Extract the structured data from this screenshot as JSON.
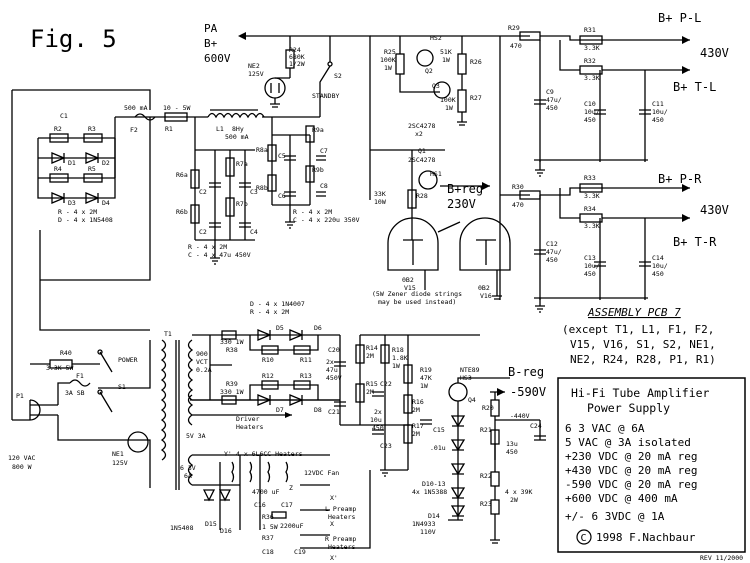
{
  "figure": {
    "title": "Fig. 5"
  },
  "outputs": {
    "bp_pl": "B+ P-L",
    "bt_tl": "B+ T-L",
    "v430_top": "430V",
    "bp_pr": "B+ P-R",
    "bt_tr": "B+ T-R",
    "v430_bot": "430V",
    "breg": "B+reg",
    "breg_v": "230V",
    "b_reg": "B-reg",
    "neg590": "-590V",
    "pa": "PA",
    "pa_bplus": "B+",
    "pa_v": "600V"
  },
  "assembly": {
    "title": "ASSEMBLY PCB 7",
    "line1": "(except T1, L1, F1, F2,",
    "line2": "V15, V16, S1, S2, NE1,",
    "line3": "NE2, R24, R28, P1, R1)"
  },
  "infobox": {
    "title1": "Hi-Fi Tube Amplifier",
    "title2": "Power Supply",
    "lines": [
      "6 3 VAC @ 6A",
      "5 VAC @ 3A isolated",
      "+230 VDC @ 20 mA reg",
      "+430 VDC @ 20 mA reg",
      "-590 VDC @ 20 mA reg",
      "+600 VDC @ 400 mA",
      "+/- 6 3VDC @ 1A"
    ],
    "copyright": "1998 F.Nachbaur",
    "copyright_symbol": "C"
  },
  "rev": "REV 11/2000",
  "mains": {
    "p1": "P1",
    "vac": "120 VAC",
    "w": "800 W",
    "f1": "F1",
    "f1v": "3A SB",
    "r40": "R40",
    "r40v": "3.3K 5W",
    "s1": "S1",
    "power": "POWER",
    "ne1": "NE1",
    "ne1v": "125V"
  },
  "labels": {
    "c1": "C1",
    "f2": "F2",
    "f2v": "500 mA",
    "r1": "R1",
    "r1v": "10 - 5W",
    "l1": "L1",
    "l1v": "8Hy",
    "l1c": "500 mA",
    "r2": "R2",
    "r3": "R3",
    "r4": "R4",
    "r5": "R5",
    "d1": "D1",
    "d2": "D2",
    "d3": "D3",
    "d4": "D4",
    "rd_note1": "R - 4 x 2M",
    "rd_note2": "D - 4 x 1N5408",
    "r6a": "R6a",
    "r6b": "R6b",
    "r7a": "R7a",
    "r7b": "R7b",
    "c2": "C2",
    "c3": "C3",
    "c4": "C4",
    "rc_note1": "R - 4 x 2M",
    "rc_note2": "C - 4 x 47u 450V",
    "r8a": "R8a",
    "r8b": "R8b",
    "r9a": "R9a",
    "r9b": "R9b",
    "c5": "C5",
    "c6": "C6",
    "c7": "C7",
    "c8": "C8",
    "rc2_note1": "R - 4 x 2M",
    "rc2_note2": "C - 4 x 220u 350V",
    "ne2": "NE2",
    "ne2v": "125V",
    "r24": "R24",
    "r24v": "680K",
    "r24w": "1/2W",
    "s2": "S2",
    "standby": "STANDBY",
    "hs2": "HS2",
    "r25": "R25",
    "r25v": "100K",
    "r25w": "1W",
    "r26v": "51K",
    "r26w": "1W",
    "r26": "R26",
    "r27": "R27",
    "r27v": "100K",
    "r27w": "1W",
    "q2": "Q2",
    "q3": "Q3",
    "q23": "2SC4278",
    "q23x": "x2",
    "q1": "Q1",
    "q1t": "2SC4278",
    "hs1": "HS1",
    "r28": "R28",
    "r28v": "33K",
    "r28w": "10W",
    "v15": "V15",
    "v15t": "0B2",
    "v16": "V16",
    "v16t": "0B2",
    "zener1": "(5W Zener diode strings",
    "zener2": "may be used instead)",
    "r29": "R29",
    "r29v": "470",
    "r30": "R30",
    "r30v": "470",
    "r31": "R31",
    "r31v": "3.3K",
    "r32": "R32",
    "r32v": "3.3K",
    "r33": "R33",
    "r33v": "3.3K",
    "r34": "R34",
    "r34v": "3.3K",
    "c9": "C9",
    "c9v": "47u/",
    "c9w": "450",
    "c10": "C10",
    "c10v": "10u/",
    "c10w": "450",
    "c11": "C11",
    "c11v": "10u/",
    "c11w": "450",
    "c12": "C12",
    "c12v": "47u/",
    "c12w": "450",
    "c13": "C13",
    "c13v": "10u/",
    "c13w": "450",
    "c14": "C14",
    "c14v": "10u/",
    "c14w": "450",
    "t1": "T1",
    "t1s": "900",
    "t1s2": "VCT",
    "t1s3": "0.2A",
    "t1h": "5V 3A",
    "t1h2": "6 3V",
    "t1h3": "6A",
    "d58_note1": "D - 4 x 1N4007",
    "d58_note2": "R - 4 x 2M",
    "d5": "D5",
    "d6": "D6",
    "d7": "D7",
    "d8": "D8",
    "r10": "R10",
    "r11": "R11",
    "r12": "R12",
    "r13": "R13",
    "r38": "R38",
    "r38v": "330 1W",
    "r39": "R39",
    "r39v": "330 1W",
    "c20": "C20",
    "c21": "C21",
    "c2021v": "2x",
    "c2021w": "47u",
    "c2021x": "450V",
    "r14": "R14",
    "r14v": "2M",
    "r15": "R15",
    "r15v": "2M",
    "r18": "R18",
    "r18v": "1.8K",
    "r18w": "1W",
    "r19": "R19",
    "r19v": "47K",
    "r19w": "1W",
    "r16": "R16",
    "r16v": "2M",
    "r17": "R17",
    "r17v": "2M",
    "c22": "C22",
    "c23": "C23",
    "c2223v": "2x",
    "c2223w": "10u",
    "c2223x": "450",
    "c15": "C15",
    "c15v": ".01u",
    "nte": "NTE89",
    "hs3": "HS3",
    "q4": "Q4",
    "d1013": "D10-13",
    "d1013v": "4x 1N5388",
    "d14": "D14",
    "d14v": "1N4933",
    "d14w": "110V",
    "r20": "R20",
    "r21": "R21",
    "r22": "R22",
    "r23": "R23",
    "r2123": "4 x 39K",
    "r2123w": "2W",
    "c24": "C24",
    "c24v": "13u",
    "c24w": "450",
    "neg440": "-440V",
    "driver": "Driver",
    "heaters": "Heaters",
    "ecc": "4 x 6L6CC Heaters",
    "fan": "12VDC Fan",
    "c16": "C16",
    "c17": "C17",
    "c18": "C18",
    "c19": "C19",
    "c16v": "4700 uF",
    "c18v": "2200uF",
    "r35": "R35",
    "r36": "R36",
    "r37": "R37",
    "r36v": "1 5W",
    "lpre": "L Preamp",
    "lpre2": "Heaters",
    "rpre": "R Preamp",
    "rpre2": "Heaters",
    "d15": "D15",
    "d16": "D16",
    "d15v": "1N5408",
    "x": "X",
    "xp": "X'",
    "y": "Y",
    "yp": "Y'",
    "z": "Z"
  }
}
